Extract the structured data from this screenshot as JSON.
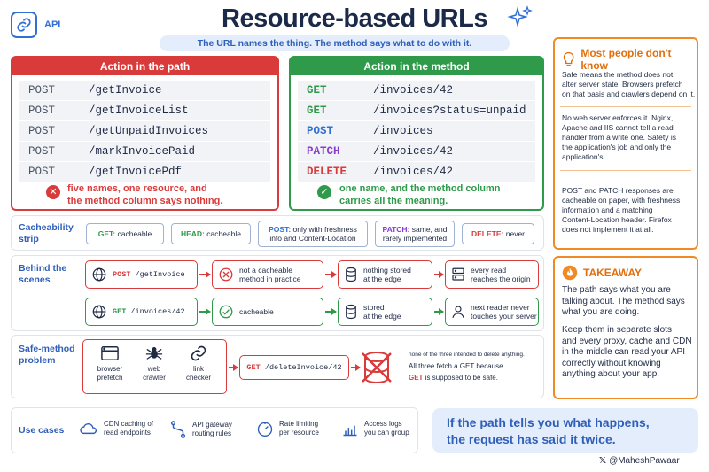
{
  "header": {
    "badge_label": "API",
    "title": "Resource-based URLs",
    "subtitle": "The URL names the thing.  The method says what to do with it."
  },
  "left_panel": {
    "title": "Action in the path",
    "rows": [
      {
        "method": "POST",
        "path": "/getInvoice"
      },
      {
        "method": "POST",
        "path": "/getInvoiceList"
      },
      {
        "method": "POST",
        "path": "/getUnpaidInvoices"
      },
      {
        "method": "POST",
        "path": "/markInvoicePaid"
      },
      {
        "method": "POST",
        "path": "/getInvoicePdf"
      }
    ],
    "note_line1": "five names, one resource, and",
    "note_line2": "the method column says nothing."
  },
  "right_panel": {
    "title": "Action in the method",
    "rows": [
      {
        "method": "GET",
        "path": "/invoices/42"
      },
      {
        "method": "GET",
        "path": "/invoices?status=unpaid"
      },
      {
        "method": "POST",
        "path": "/invoices"
      },
      {
        "method": "PATCH",
        "path": "/invoices/42"
      },
      {
        "method": "DELETE",
        "path": "/invoices/42"
      }
    ],
    "note_line1": "one name, and the method column",
    "note_line2": "carries all the meaning."
  },
  "cacheability": {
    "label_line1": "Cacheability",
    "label_line2": "strip",
    "chips": [
      {
        "method": "GET:",
        "text": "cacheable"
      },
      {
        "method": "HEAD:",
        "text": "cacheable"
      },
      {
        "method": "POST:",
        "text": "only with freshness",
        "text2": "info and Content-Location"
      },
      {
        "method": "PATCH:",
        "text": "same, and",
        "text2": "rarely implemented"
      },
      {
        "method": "DELETE:",
        "text": "never"
      }
    ]
  },
  "behind": {
    "label_line1": "Behind the",
    "label_line2": "scenes",
    "red_flow": {
      "request_method": "POST",
      "request_path": "/getInvoice",
      "step2_line1": "not a cacheable",
      "step2_line2": "method in practice",
      "step3_line1": "nothing stored",
      "step3_line2": "at the edge",
      "step4_line1": "every read",
      "step4_line2": "reaches the origin"
    },
    "green_flow": {
      "request_method": "GET",
      "request_path": "/invoices/42",
      "step2_line1": "cacheable",
      "step3_line1": "stored",
      "step3_line2": "at the edge",
      "step4_line1": "next reader never",
      "step4_line2": "touches your server"
    }
  },
  "safe_method": {
    "label_line1": "Safe-method",
    "label_line2": "problem",
    "clients": [
      {
        "line1": "browser",
        "line2": "prefetch"
      },
      {
        "line1": "web",
        "line2": "crawler"
      },
      {
        "line1": "link",
        "line2": "checker"
      }
    ],
    "request_method": "GET",
    "request_path": "/deleteInvoice/42",
    "text_line1": "none of the three intended to delete anything.",
    "text_line2": "All three fetch a GET because",
    "text_line3_method": "GET",
    "text_line3_rest": "is supposed to be safe."
  },
  "use_cases": {
    "label": "Use cases",
    "items": [
      {
        "line1": "CDN caching of",
        "line2": "read endpoints",
        "icon": "cloud-icon"
      },
      {
        "line1": "API gateway",
        "line2": "routing rules",
        "icon": "routing-icon"
      },
      {
        "line1": "Rate limiting",
        "line2": "per resource",
        "icon": "gauge-icon"
      },
      {
        "line1": "Access logs",
        "line2": "you can group",
        "icon": "bar-chart-icon"
      }
    ]
  },
  "most_people": {
    "title": "Most people don't know",
    "para1": [
      "Safe means the method does not",
      "alter server state. Browsers prefetch",
      "on that basis and crawlers depend on it."
    ],
    "para2": [
      "No web server enforces it. Nginx,",
      "Apache and IIS cannot tell a read",
      "handler from a write one. Safety is",
      "the application's job and only the",
      "application's."
    ],
    "para3": [
      "POST and PATCH responses are",
      "cacheable on paper, with freshness",
      "information and a matching",
      "Content-Location header. Firefox",
      "does not implement it at all."
    ]
  },
  "takeaway": {
    "title": "TAKEAWAY",
    "para1": [
      "The path says what you are",
      "talking about. The method says",
      "what you are doing."
    ],
    "para2": [
      "Keep them in separate slots",
      "and every proxy, cache and CDN",
      "in the middle can read your API",
      "correctly without knowing",
      "anything about your app."
    ]
  },
  "callout": {
    "line1": "If the path tells you what happens,",
    "line2": "the request has said it twice."
  },
  "credit": {
    "handle": "@MaheshPawaar"
  },
  "colors": {
    "red": "#d93b3b",
    "green": "#2e9a4a",
    "blue": "#2f6fd6",
    "orange": "#f08a24",
    "purple": "#8a3bd0"
  }
}
